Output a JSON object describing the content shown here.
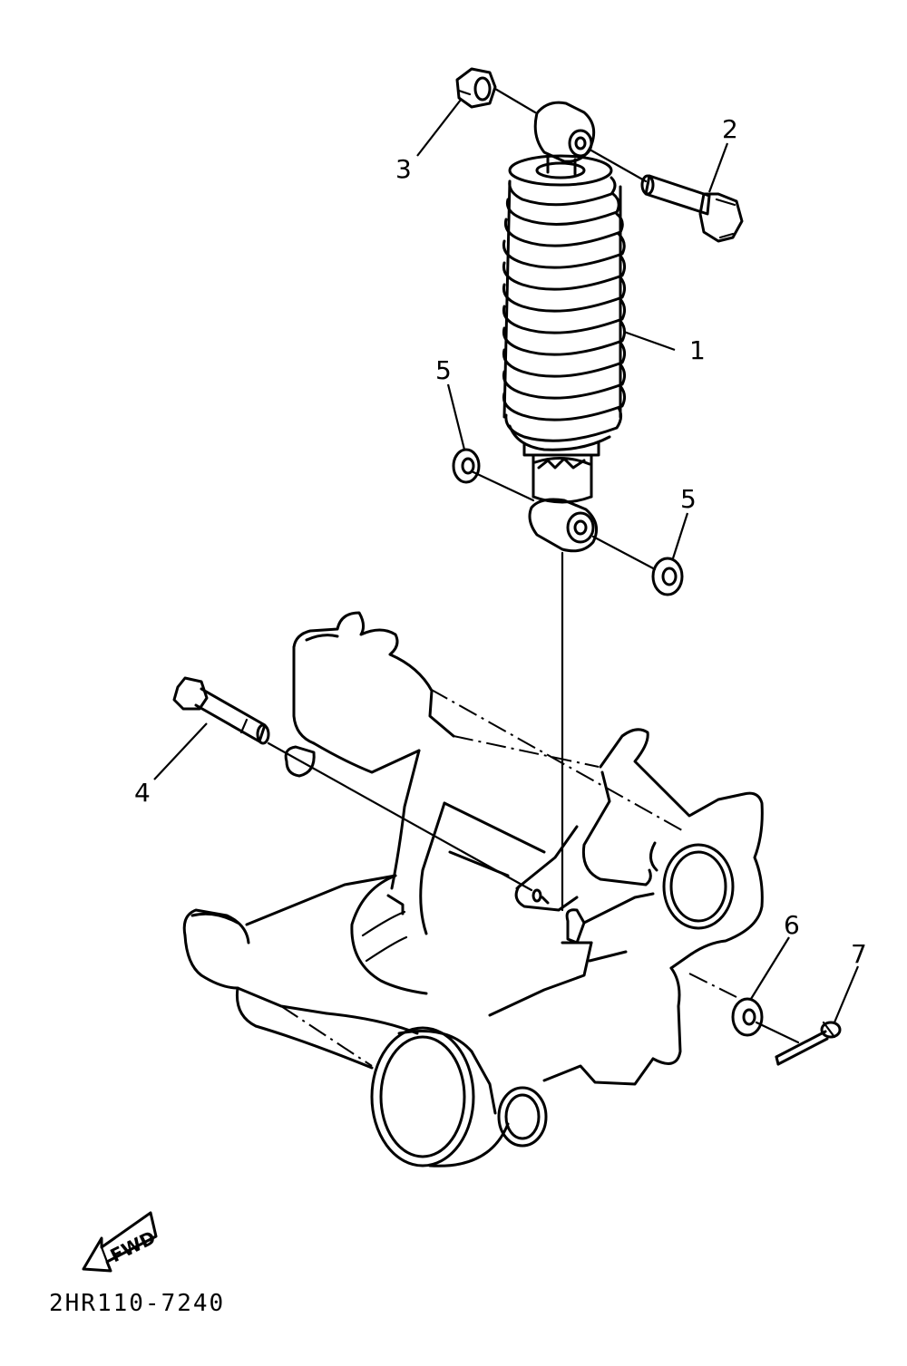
{
  "diagram": {
    "callouts": [
      {
        "id": "1",
        "label": "1"
      },
      {
        "id": "2",
        "label": "2"
      },
      {
        "id": "3",
        "label": "3"
      },
      {
        "id": "4",
        "label": "4"
      },
      {
        "id": "5a",
        "label": "5"
      },
      {
        "id": "5b",
        "label": "5"
      },
      {
        "id": "6",
        "label": "6"
      },
      {
        "id": "7",
        "label": "7"
      }
    ],
    "fwd_label": "FWD",
    "drawing_code": "2HR110-7240"
  }
}
